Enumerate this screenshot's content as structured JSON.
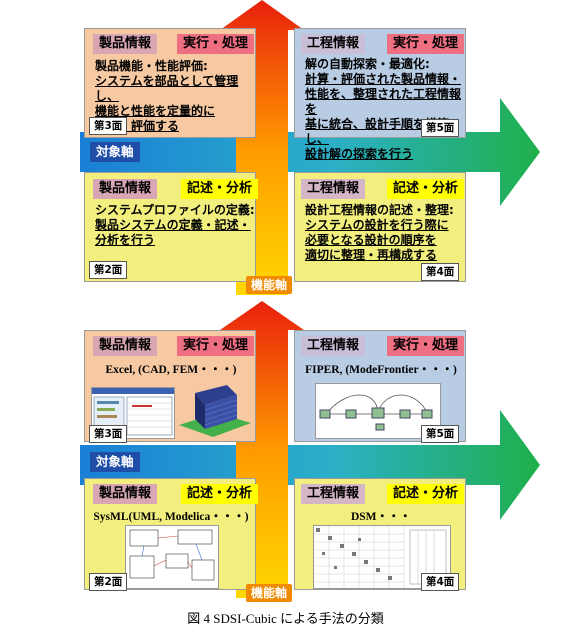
{
  "top": {
    "q1": {
      "category": "製品情報",
      "mode": "実行・処理",
      "lines": [
        "製品機能・性能評価:",
        "システムを部品として管理し、",
        "機能と性能を定量的に",
        "計算・評価する"
      ],
      "face": "第3面"
    },
    "q2": {
      "category": "工程情報",
      "mode": "実行・処理",
      "lines": [
        "解の自動探索・最適化:",
        "計算・評価された製品情報・",
        "性能を、整理された工程情報を",
        "基に統合、設計手順を構築し、",
        "設計解の探索を行う"
      ],
      "face": "第5面"
    },
    "q3": {
      "category": "製品情報",
      "mode": "記述・分析",
      "lines": [
        "システムプロファイルの定義:",
        "製品システムの定義・記述・",
        "分析を行う"
      ],
      "face": "第2面"
    },
    "q4": {
      "category": "工程情報",
      "mode": "記述・分析",
      "lines": [
        "設計工程情報の記述・整理:",
        "システムの設計を行う際に",
        "必要となる設計の順序を",
        "適切に整理・再構成する"
      ],
      "face": "第4面"
    },
    "object_axis": "対象軸",
    "function_axis": "機能軸"
  },
  "bottom": {
    "q1": {
      "category": "製品情報",
      "mode": "実行・処理",
      "tool": "Excel, (CAD, FEM・・・)",
      "face": "第3面"
    },
    "q2": {
      "category": "工程情報",
      "mode": "実行・処理",
      "tool": "FIPER, (ModeFrontier・・・)",
      "face": "第5面"
    },
    "q3": {
      "category": "製品情報",
      "mode": "記述・分析",
      "tool": "SysML(UML, Modelica・・・)",
      "face": "第2面"
    },
    "q4": {
      "category": "工程情報",
      "mode": "記述・分析",
      "tool": "DSM・・・",
      "face": "第4面"
    },
    "object_axis": "対象軸",
    "function_axis": "機能軸"
  },
  "caption": "図 4 SDSI-Cubic による手法の分類",
  "colors": {
    "peach": "#f7c9a2",
    "blue": "#b8cce4",
    "yellow": "#f2ef7e",
    "axis_blue": "#1f4ea8",
    "arrow_green": "#2aa84a",
    "arrow_orange": "#f08a00",
    "arrow_red": "#e8200c"
  }
}
